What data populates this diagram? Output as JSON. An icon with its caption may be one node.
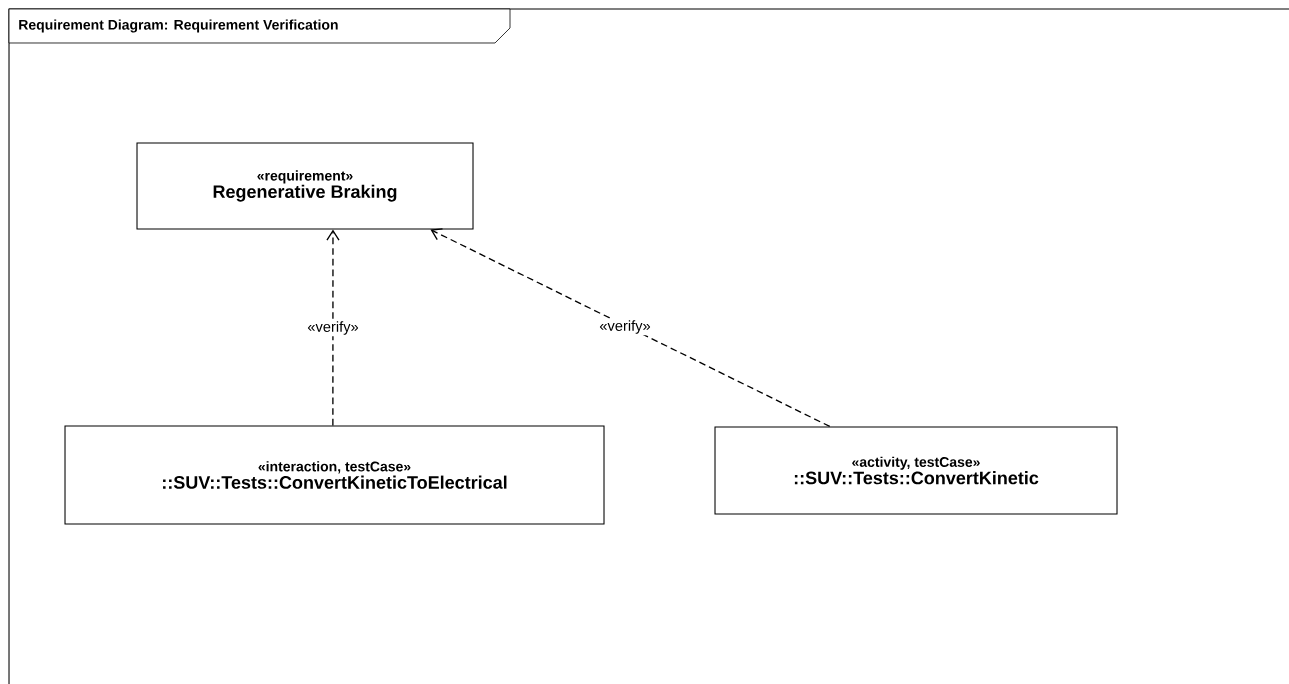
{
  "diagram": {
    "title": "Requirement Diagram: Requirement Verification",
    "nodes": [
      {
        "text": [
          "«requirement»",
          "Regenerative Braking"
        ]
      },
      {
        "text": [
          "«interaction, testCase»",
          "::SUV::Tests::ConvertKineticToElectrical"
        ]
      },
      {
        "text": [
          "«activity, testCase»",
          "::SUV::Tests::ConvertKinetic"
        ]
      }
    ],
    "edges": [
      {
        "from": 1,
        "to": 0,
        "arrow": "to",
        "label": "«verify»",
        "style": "dashed"
      },
      {
        "from": 2,
        "to": 0,
        "arrow": "to",
        "label": "«verify»",
        "style": "dashed"
      }
    ]
  }
}
